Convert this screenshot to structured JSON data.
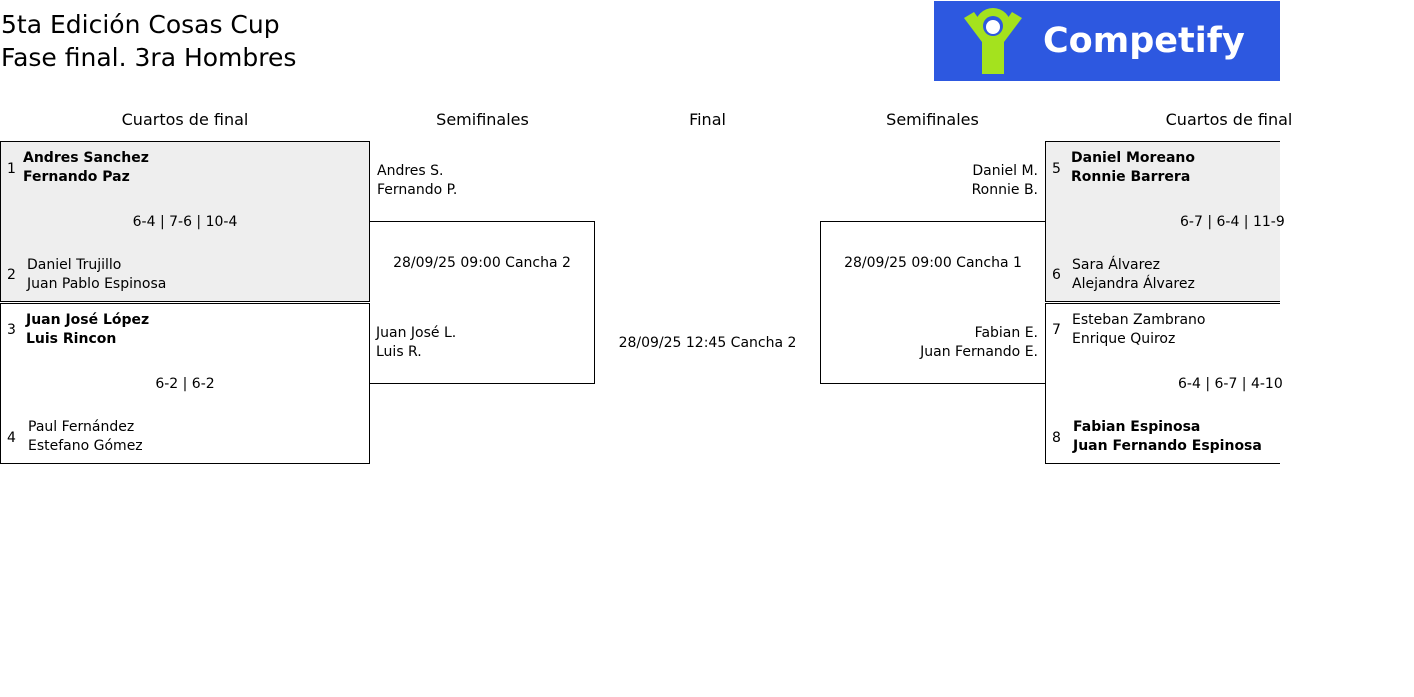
{
  "header": {
    "title_line1": "5ta Edición Cosas Cup",
    "title_line2": "Fase final. 3ra Hombres",
    "logo_text": "Competify"
  },
  "colors": {
    "logo_background": "#2d58e0",
    "logo_figure": "#a4e21e",
    "winner_box_fill": "#eeeeee"
  },
  "rounds": {
    "qf_left": "Cuartos de final",
    "sf_left": "Semifinales",
    "final": "Final",
    "sf_right": "Semifinales",
    "qf_right": "Cuartos de final"
  },
  "quarterfinals": [
    {
      "top": {
        "seed": "1",
        "player1": "Andres Sanchez",
        "player2": "Fernando Paz",
        "winner": true
      },
      "score": "6-4 | 7-6 | 10-4",
      "bottom": {
        "seed": "2",
        "player1": "Daniel Trujillo",
        "player2": "Juan Pablo Espinosa",
        "winner": false
      }
    },
    {
      "top": {
        "seed": "3",
        "player1": "Juan José López",
        "player2": "Luis Rincon",
        "winner": true
      },
      "score": "6-2 | 6-2",
      "bottom": {
        "seed": "4",
        "player1": "Paul Fernández",
        "player2": "Estefano Gómez",
        "winner": false
      }
    },
    {
      "top": {
        "seed": "5",
        "player1": "Daniel Moreano",
        "player2": "Ronnie Barrera",
        "winner": true
      },
      "score": "6-7 | 6-4 | 11-9",
      "bottom": {
        "seed": "6",
        "player1": "Sara Álvarez",
        "player2": "Alejandra Álvarez",
        "winner": false
      }
    },
    {
      "top": {
        "seed": "7",
        "player1": "Esteban Zambrano",
        "player2": "Enrique Quiroz",
        "winner": false
      },
      "score": "6-4 | 6-7 | 4-10",
      "bottom": {
        "seed": "8",
        "player1": "Fabian Espinosa",
        "player2": "Juan Fernando Espinosa",
        "winner": true
      }
    }
  ],
  "semifinals": [
    {
      "top": {
        "player1": "Andres S.",
        "player2": "Fernando P."
      },
      "schedule": "28/09/25 09:00 Cancha 2",
      "bottom": {
        "player1": "Juan José L.",
        "player2": "Luis R."
      }
    },
    {
      "top": {
        "player1": "Daniel M.",
        "player2": "Ronnie B."
      },
      "schedule": "28/09/25 09:00 Cancha 1",
      "bottom": {
        "player1": "Fabian E.",
        "player2": "Juan Fernando E."
      }
    }
  ],
  "final": {
    "schedule": "28/09/25 12:45 Cancha 2"
  }
}
